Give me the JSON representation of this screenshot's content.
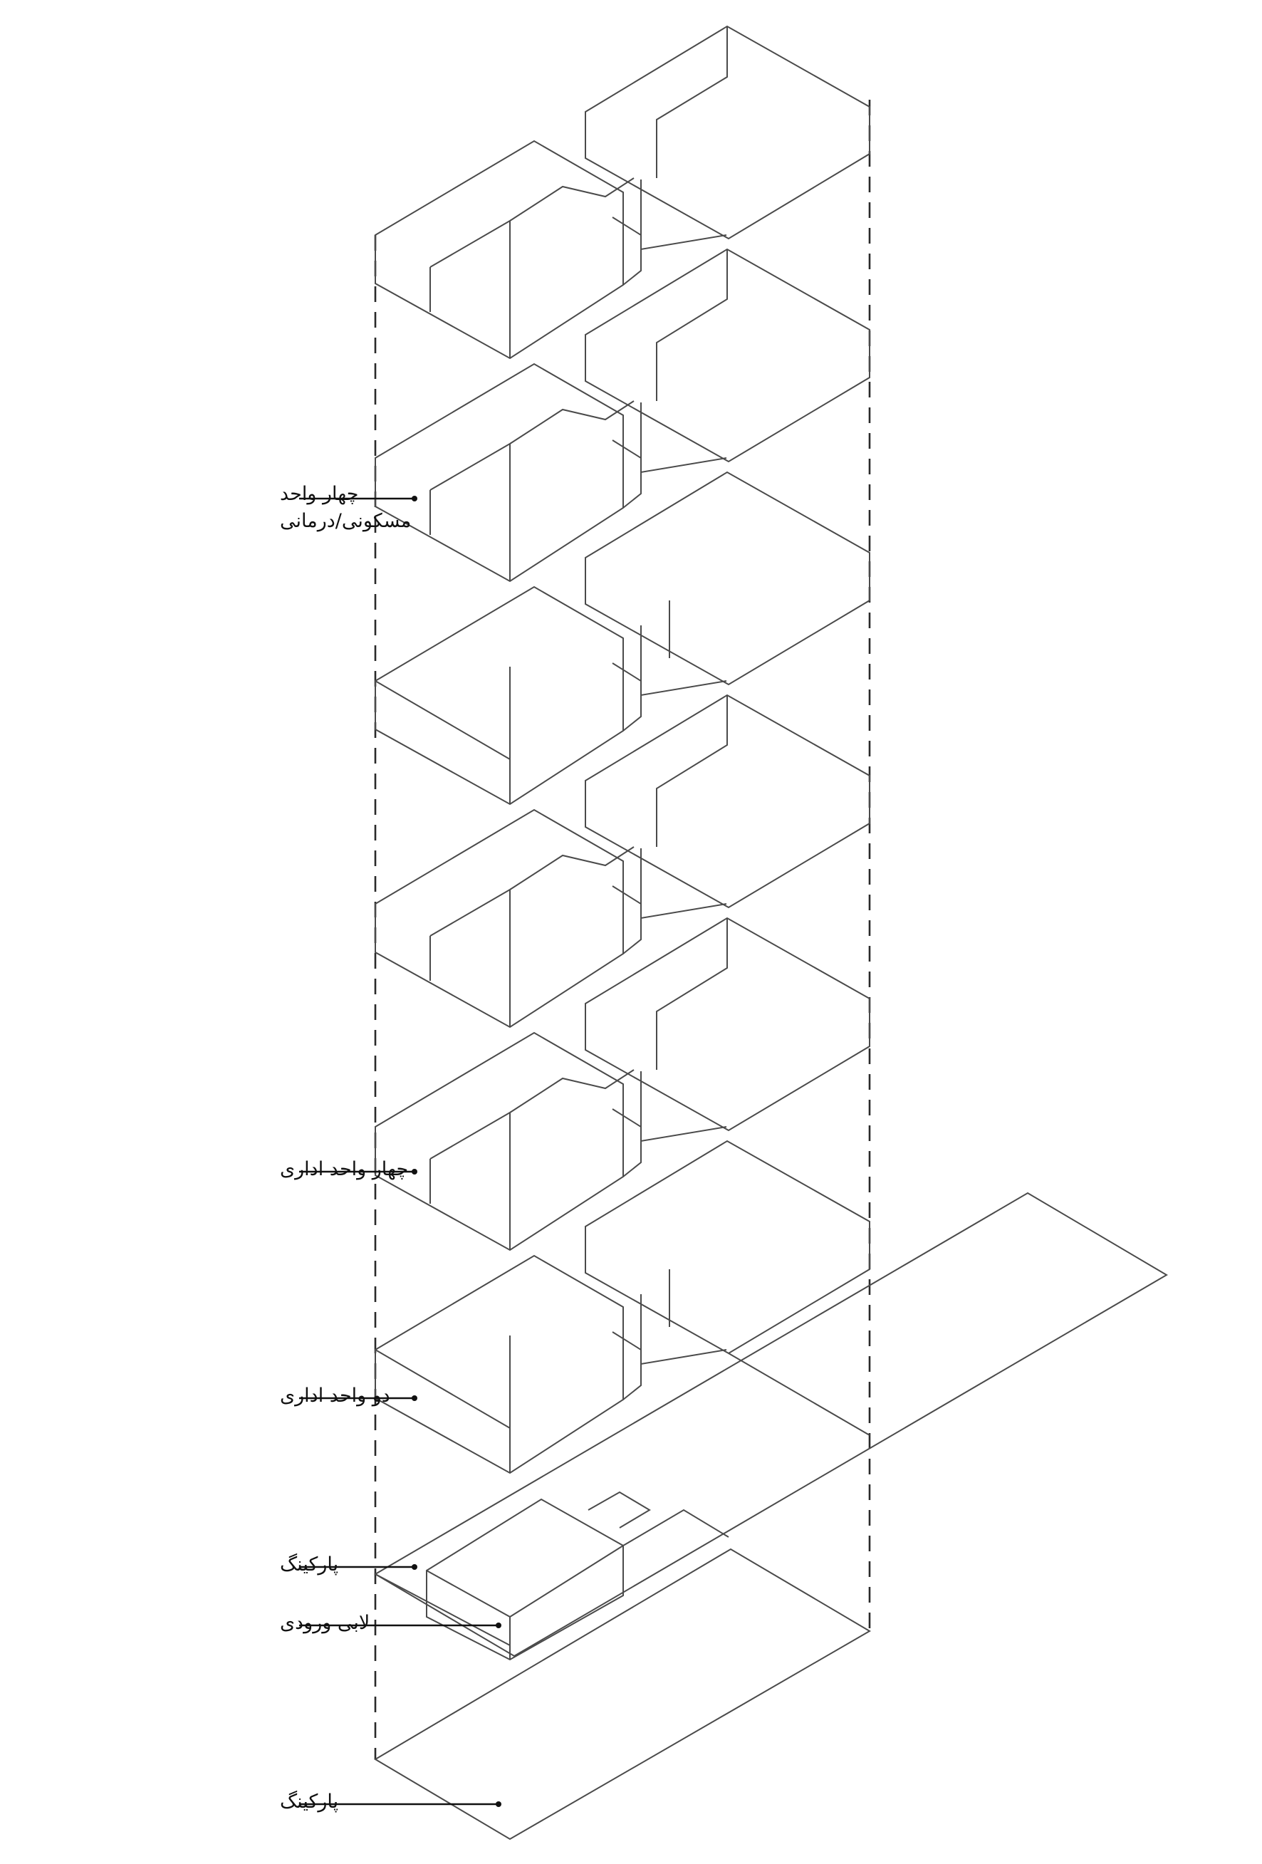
{
  "labels": {
    "residential_1": "چهار واحد",
    "residential_2": "مسکونی/درمانی",
    "office_four": "چهار واحد اداری",
    "office_two": "دو واحد اداری",
    "parking_upper": "پارکینگ",
    "lobby": "لابی ورودی",
    "parking_lower": "پارکینگ"
  }
}
